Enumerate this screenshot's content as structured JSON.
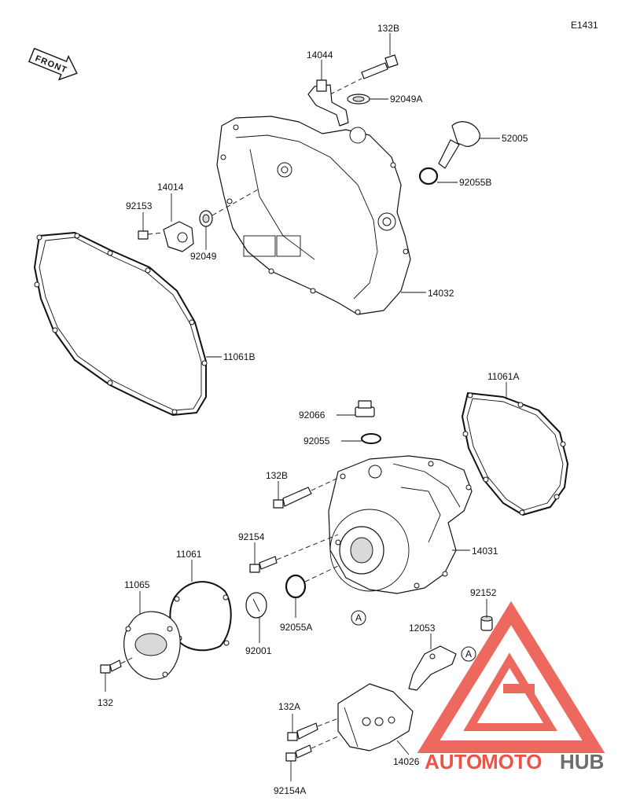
{
  "diagram_code": "E1431",
  "front_label": "FRONT",
  "callouts": {
    "p132B_top": "132B",
    "p14044": "14044",
    "p92049A": "92049A",
    "p52005": "52005",
    "p92055B": "92055B",
    "p14014": "14014",
    "p92153": "92153",
    "p92049": "92049",
    "p14032": "14032",
    "p11061B": "11061B",
    "p11061A": "11061A",
    "p92066": "92066",
    "p92055": "92055",
    "p132B_mid": "132B",
    "p92154": "92154",
    "p14031": "14031",
    "p11061": "11061",
    "p11065": "11065",
    "p92055A": "92055A",
    "p92001": "92001",
    "p132": "132",
    "p92152": "92152",
    "p12053": "12053",
    "p132A": "132A",
    "p14026": "14026",
    "p92154A": "92154A",
    "refA_1": "A",
    "refA_2": "A"
  },
  "watermark": {
    "brand_part1": "AUTO",
    "brand_part2": "MOTO",
    "brand_part3": "HUB",
    "colors": {
      "red": "#e8372c",
      "gray": "#555555"
    }
  }
}
